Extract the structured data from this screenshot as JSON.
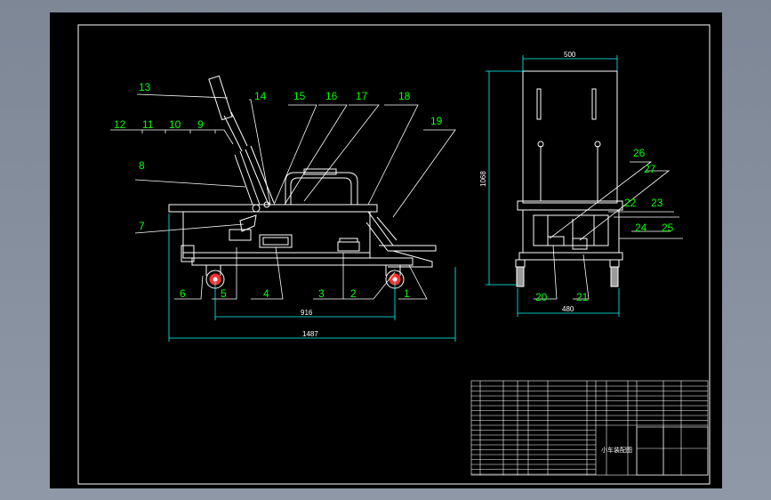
{
  "drawing": {
    "background_color": "#000000",
    "viewport_color": "#8a94a2",
    "frame_color": "#ffffff",
    "line_color": "#ffffff",
    "leader_color": "#ffffff",
    "label_color": "#00ff00",
    "dimension_color": "#00ffff",
    "part_labels": [
      "1",
      "2",
      "3",
      "4",
      "5",
      "6",
      "7",
      "8",
      "9",
      "10",
      "11",
      "12",
      "13",
      "14",
      "15",
      "16",
      "17",
      "18",
      "19",
      "20",
      "21",
      "22",
      "23",
      "24",
      "25",
      "26",
      "27"
    ],
    "dimensions": {
      "side_wheelbase": "916",
      "side_overall_length": "1487",
      "front_width": "500",
      "front_height": "1068",
      "front_base_width": "480"
    },
    "title_block": {
      "drawing_name": "小车装配图"
    }
  }
}
